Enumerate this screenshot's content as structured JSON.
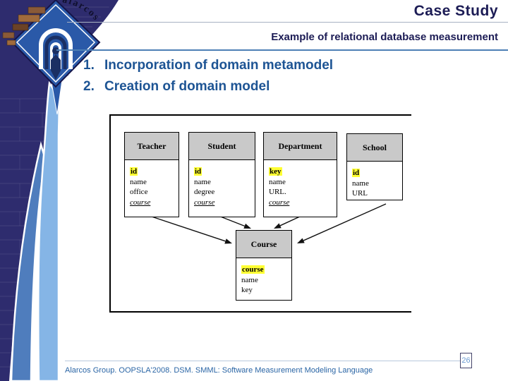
{
  "header": {
    "title": "Case Study",
    "subtitle": "Example of relational database measurement"
  },
  "list": {
    "items": [
      {
        "number": "1.",
        "text": "Incorporation of domain metamodel"
      },
      {
        "number": "2.",
        "text": "Creation of domain model"
      }
    ]
  },
  "diagram": {
    "tables": [
      {
        "name": "Teacher",
        "fields": [
          {
            "text": "id",
            "key": true
          },
          {
            "text": "name"
          },
          {
            "text": "office"
          },
          {
            "text": "course",
            "derived": true
          }
        ]
      },
      {
        "name": "Student",
        "fields": [
          {
            "text": "id",
            "key": true
          },
          {
            "text": "name"
          },
          {
            "text": "degree"
          },
          {
            "text": "course",
            "derived": true
          }
        ]
      },
      {
        "name": "Department",
        "fields": [
          {
            "text": "key",
            "key": true
          },
          {
            "text": "name"
          },
          {
            "text": "URL."
          },
          {
            "text": "course",
            "derived": true
          }
        ]
      },
      {
        "name": "School",
        "fields": [
          {
            "text": "id",
            "key": true
          },
          {
            "text": "name"
          },
          {
            "text": "URL"
          }
        ]
      },
      {
        "name": "Course",
        "fields": [
          {
            "text": "course",
            "key": true
          },
          {
            "text": "name"
          },
          {
            "text": "key"
          }
        ]
      }
    ],
    "arrows": [
      {
        "from": "Teacher",
        "to": "Course"
      },
      {
        "from": "Student",
        "to": "Course"
      },
      {
        "from": "Department",
        "to": "Course"
      },
      {
        "from": "School",
        "to": "Course"
      }
    ]
  },
  "footer": {
    "text": "Alarcos Group. OOPSLA'2008. DSM. SMML: Software Measurement Modeling Language",
    "page": "26"
  },
  "logo": {
    "text": "alarcos"
  },
  "colors": {
    "heading": "#1c1c55",
    "list_blue": "#1d5494",
    "table_header_gray": "#c9c9c9",
    "key_highlight": "#ffff33",
    "sidebar_navy": "#2e2c6e",
    "swoosh_light": "#85b5e6",
    "swoosh_medium": "#4f7dbd"
  }
}
